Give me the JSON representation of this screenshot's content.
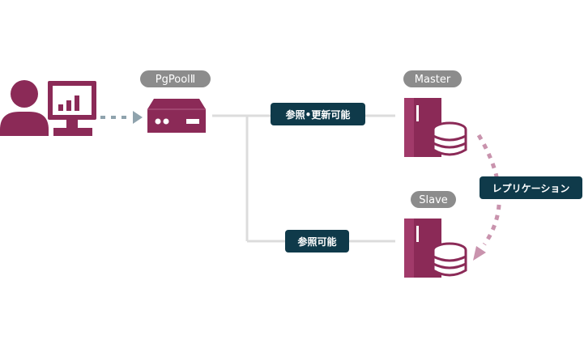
{
  "colors": {
    "accent": "#8b2a57",
    "connector": "#dcdcdc",
    "pill_gray": "#8c8c8c",
    "label_teal": "#0f3a4a",
    "dot_gray": "#8fa3ad",
    "replication_dots": "#c993ad"
  },
  "icons": {
    "client": "user-with-monitor-icon",
    "pgpool": "server-box-icon",
    "master": "server-tower-database-icon",
    "slave": "server-tower-database-icon"
  },
  "nodes": {
    "pgpool": {
      "label": "PgPoolⅡ"
    },
    "master": {
      "label": "Master"
    },
    "slave": {
      "label": "Slave"
    }
  },
  "edges": {
    "to_master": {
      "label": "参照•更新可能"
    },
    "to_slave": {
      "label": "参照可能"
    },
    "replication": {
      "label": "レプリケーション"
    }
  }
}
